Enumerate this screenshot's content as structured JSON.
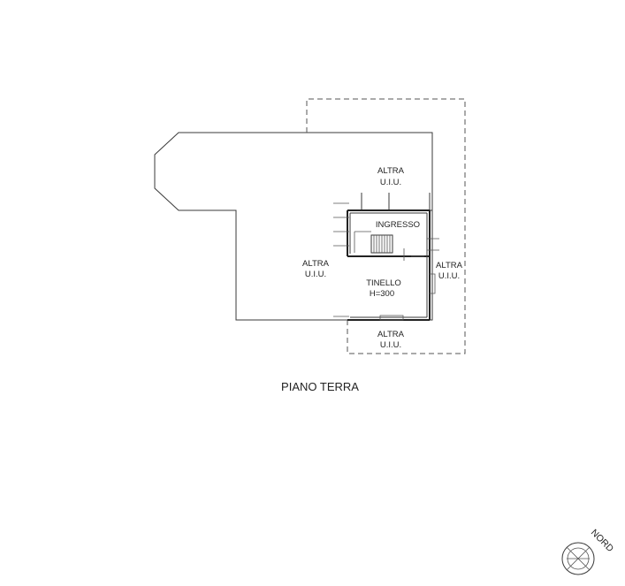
{
  "labels": {
    "altra_top": [
      "ALTRA",
      "U.I.U."
    ],
    "altra_left": [
      "ALTRA",
      "U.I.U."
    ],
    "altra_right": [
      "ALTRA",
      "U.I.U."
    ],
    "altra_bottom": [
      "ALTRA",
      "U.I.U."
    ],
    "ingresso": "INGRESSO",
    "tinello": [
      "TINELLO",
      "H=300"
    ]
  },
  "title": "PIANO TERRA",
  "north": "NORD"
}
